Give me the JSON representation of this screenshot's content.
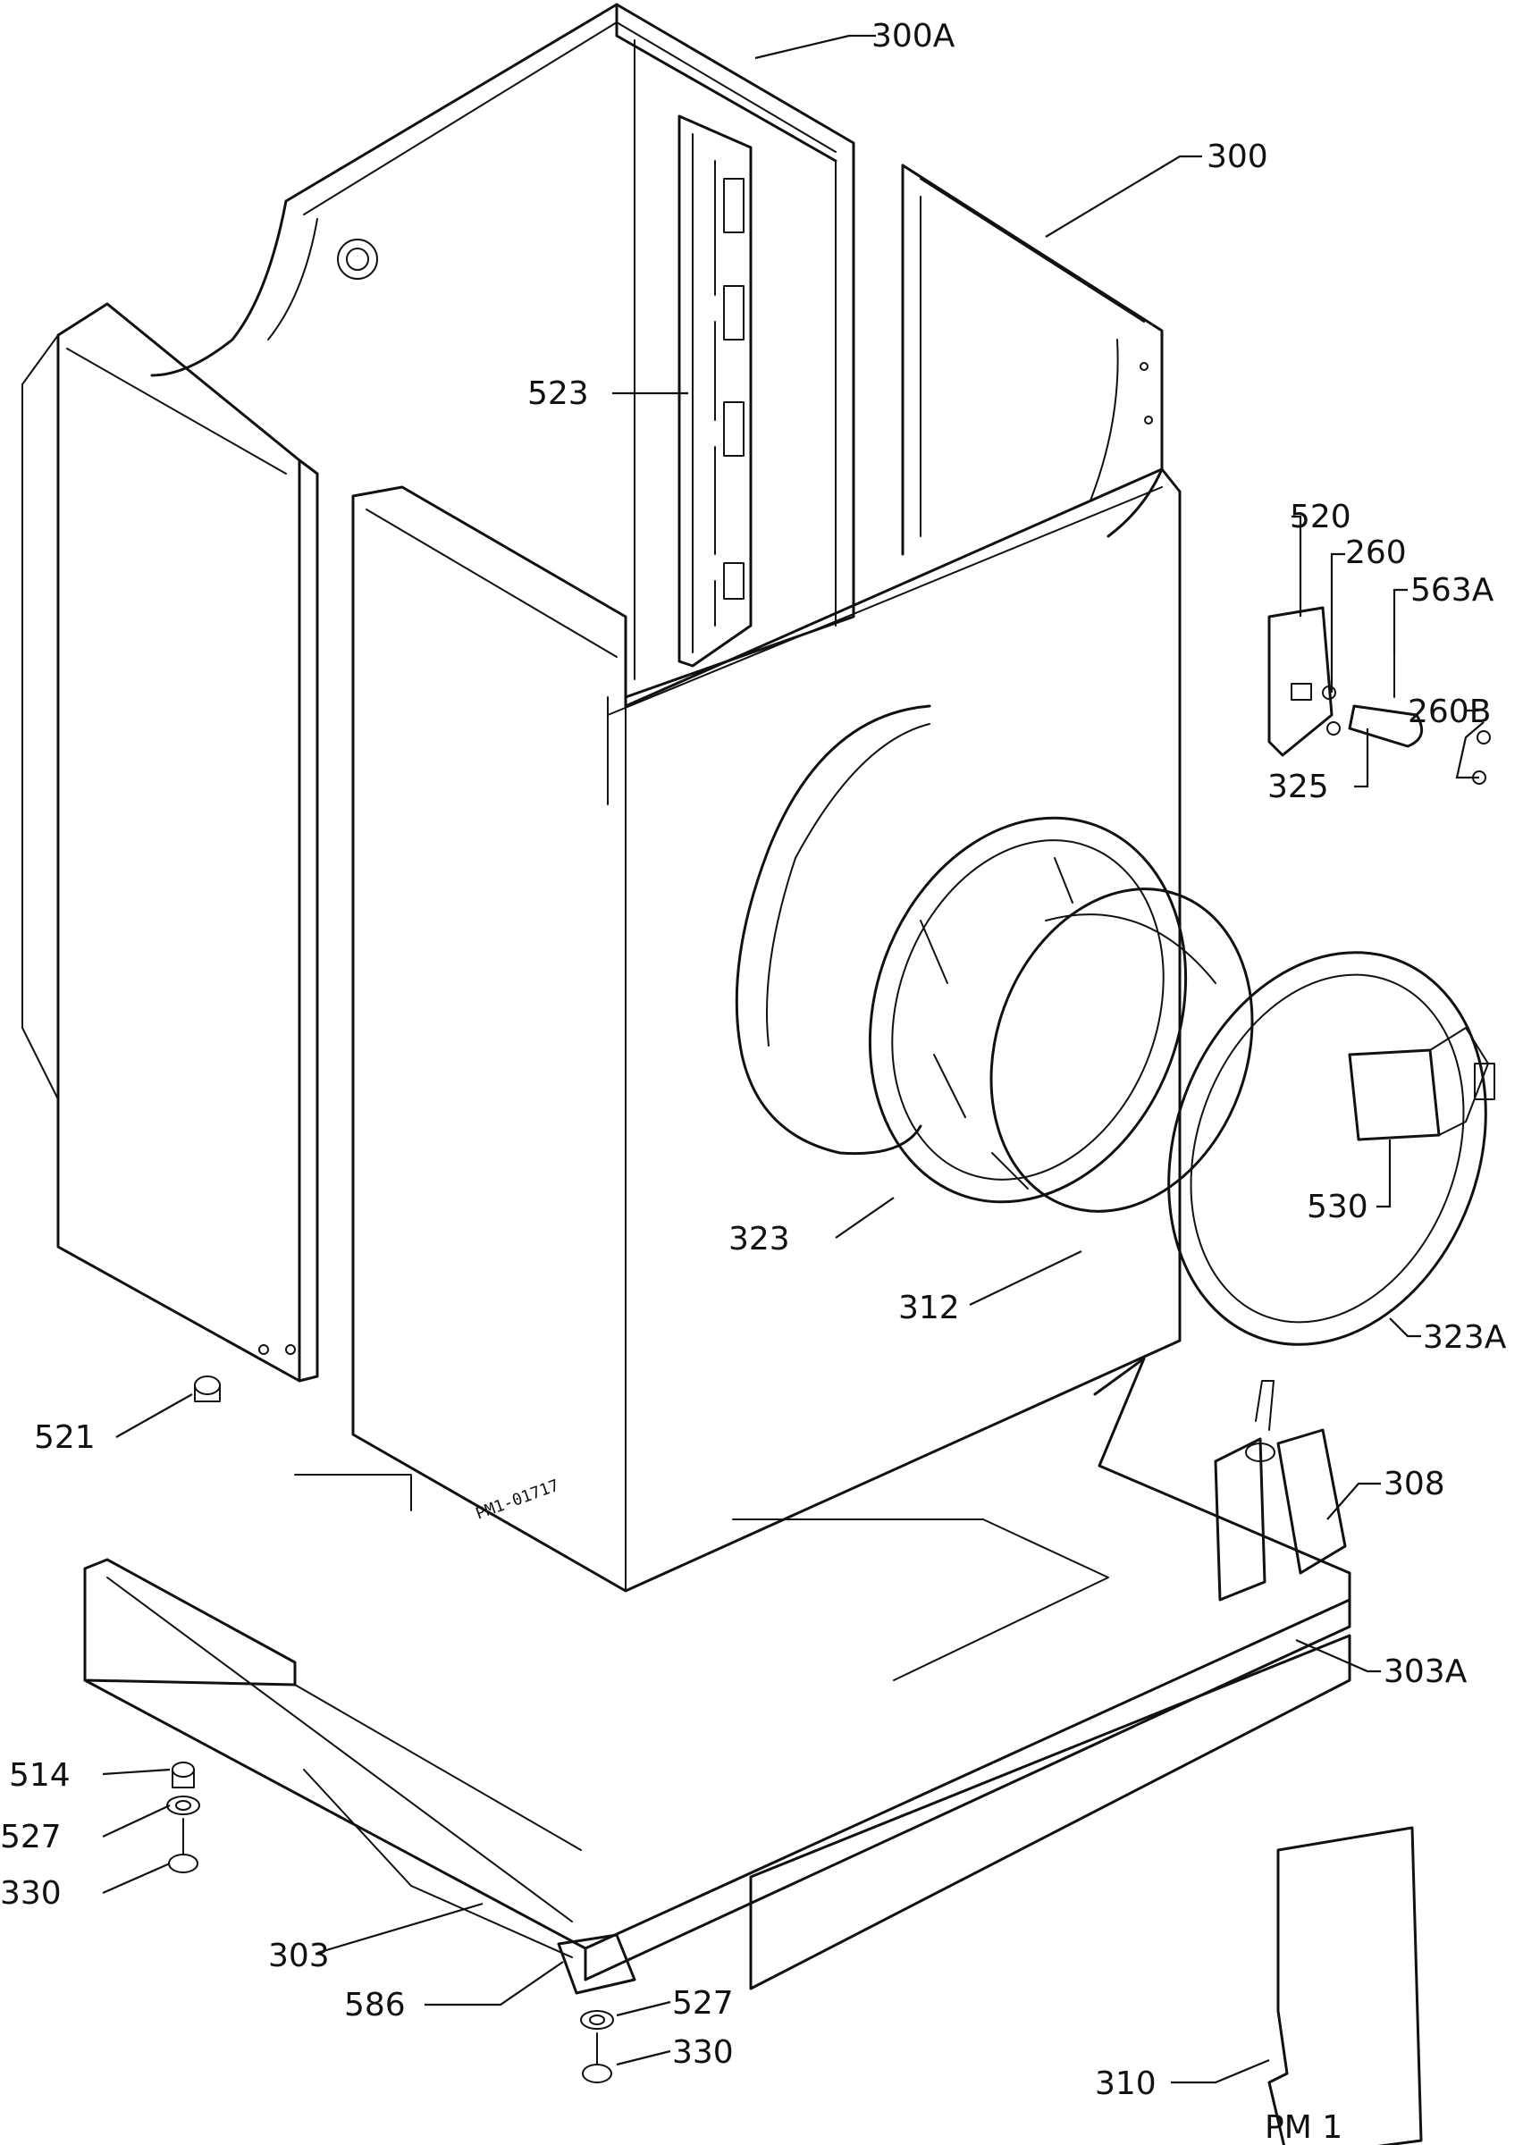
{
  "labels": {
    "l300A": "300A",
    "l300": "300",
    "l523": "523",
    "l520": "520",
    "l260": "260",
    "l563A": "563A",
    "l260B": "260B",
    "l325": "325",
    "l530": "530",
    "l323": "323",
    "l312": "312",
    "l323A": "323A",
    "l521": "521",
    "l308": "308",
    "l303A": "303A",
    "l514": "514",
    "l527a": "527",
    "l330a": "330",
    "l303": "303",
    "l586": "586",
    "l527b": "527",
    "l330b": "330",
    "l310": "310"
  },
  "stamp": "PM1-01717",
  "page_code": "PM 1",
  "colors": {
    "ink": "#111111",
    "paper": "#ffffff"
  }
}
